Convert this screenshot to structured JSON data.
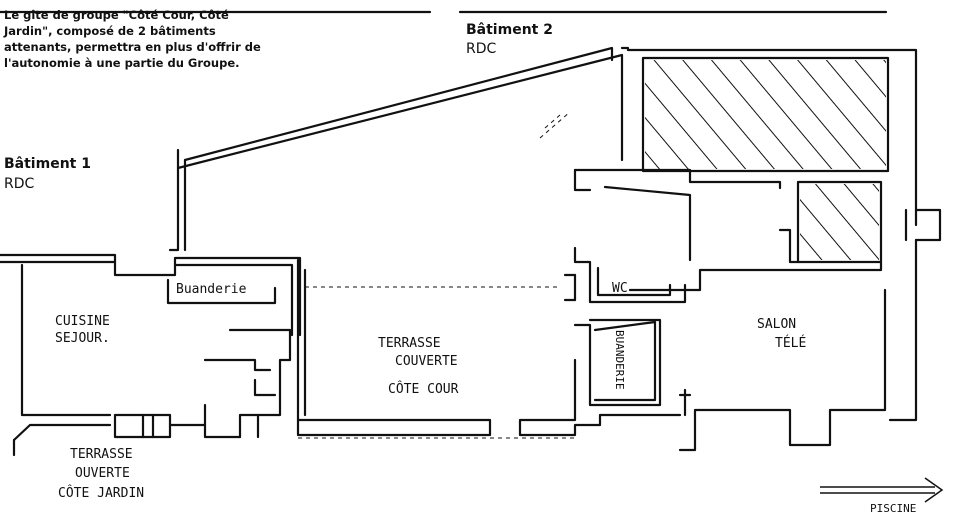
{
  "intro": {
    "lines": [
      "Le gîte de groupe \"Côté Cour, Côté",
      "Jardin\", composé de 2 bâtiments",
      "attenants, permettra en plus d'offrir de",
      "l'autonomie à une partie du Groupe."
    ]
  },
  "building1": {
    "title": "Bâtiment 1",
    "level": "RDC"
  },
  "building2": {
    "title": "Bâtiment 2",
    "level": "RDC"
  },
  "rooms": {
    "buanderie1": "Buanderie",
    "cuisine_line1": "CUISINE",
    "cuisine_line2": "SEJOUR.",
    "terrasse_jardin_line1": "TERRASSE",
    "terrasse_jardin_line2": "OUVERTE",
    "terrasse_jardin_line3": "CÔTE JARDIN",
    "terrasse_cour_line1": "TERRASSE",
    "terrasse_cour_line2": "COUVERTE",
    "terrasse_cour_line3": "CÔTE COUR",
    "wc": "WC",
    "buanderie2": "BUANDERIE",
    "salon_line1": "SALON",
    "salon_line2": "TÉLÉ",
    "piscine": "PISCINE"
  },
  "colors": {
    "ink": "#111111",
    "paper": "#ffffff"
  }
}
